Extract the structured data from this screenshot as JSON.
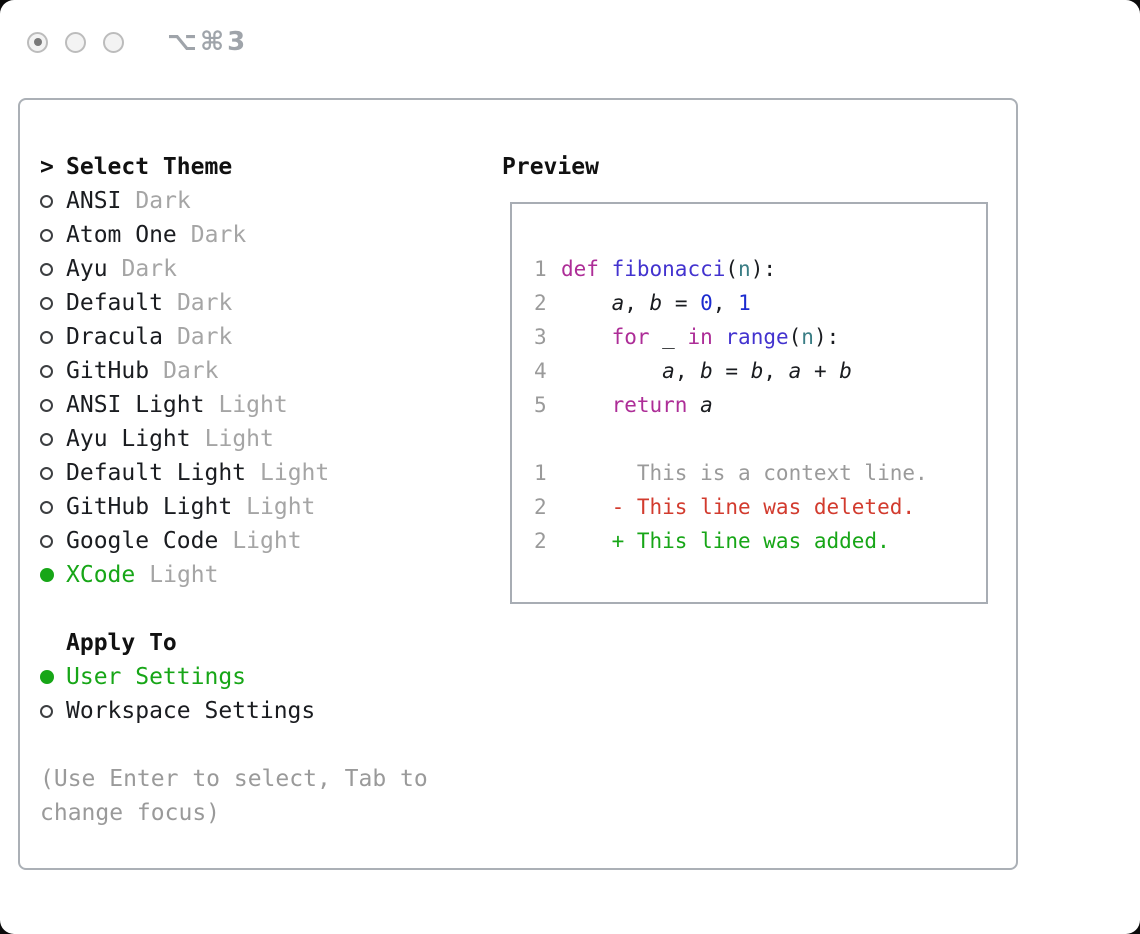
{
  "window": {
    "shortcut": "⌥⌘3"
  },
  "theme_list": {
    "prompt": ">",
    "title": "Select Theme",
    "items": [
      {
        "name": "ANSI",
        "variant": "Dark",
        "selected": false
      },
      {
        "name": "Atom One",
        "variant": "Dark",
        "selected": false
      },
      {
        "name": "Ayu",
        "variant": "Dark",
        "selected": false
      },
      {
        "name": "Default",
        "variant": "Dark",
        "selected": false
      },
      {
        "name": "Dracula",
        "variant": "Dark",
        "selected": false
      },
      {
        "name": "GitHub",
        "variant": "Dark",
        "selected": false
      },
      {
        "name": "ANSI Light",
        "variant": "Light",
        "selected": false
      },
      {
        "name": "Ayu Light",
        "variant": "Light",
        "selected": false
      },
      {
        "name": "Default Light",
        "variant": "Light",
        "selected": false
      },
      {
        "name": "GitHub Light",
        "variant": "Light",
        "selected": false
      },
      {
        "name": "Google Code",
        "variant": "Light",
        "selected": false
      },
      {
        "name": "XCode",
        "variant": "Light",
        "selected": true
      }
    ]
  },
  "apply_to": {
    "title": "Apply To",
    "options": [
      {
        "label": "User Settings",
        "selected": true
      },
      {
        "label": "Workspace Settings",
        "selected": false
      }
    ]
  },
  "hint": "(Use Enter to select, Tab to change focus)",
  "preview": {
    "title": "Preview",
    "code_lines": [
      {
        "num": "1",
        "tokens": [
          {
            "text": "def",
            "style": "keyword"
          },
          {
            "text": " "
          },
          {
            "text": "fibonacci",
            "style": "func"
          },
          {
            "text": "("
          },
          {
            "text": "n",
            "style": "param"
          },
          {
            "text": "):"
          }
        ]
      },
      {
        "num": "2",
        "tokens": [
          {
            "text": "    "
          },
          {
            "text": "a",
            "style": "var"
          },
          {
            "text": ", "
          },
          {
            "text": "b",
            "style": "var"
          },
          {
            "text": " = "
          },
          {
            "text": "0",
            "style": "number"
          },
          {
            "text": ", "
          },
          {
            "text": "1",
            "style": "number"
          }
        ]
      },
      {
        "num": "3",
        "tokens": [
          {
            "text": "    "
          },
          {
            "text": "for",
            "style": "keyword"
          },
          {
            "text": " _ "
          },
          {
            "text": "in",
            "style": "keyword"
          },
          {
            "text": " "
          },
          {
            "text": "range",
            "style": "func"
          },
          {
            "text": "("
          },
          {
            "text": "n",
            "style": "param"
          },
          {
            "text": "):"
          }
        ]
      },
      {
        "num": "4",
        "tokens": [
          {
            "text": "        "
          },
          {
            "text": "a",
            "style": "var"
          },
          {
            "text": ", "
          },
          {
            "text": "b",
            "style": "var"
          },
          {
            "text": " = "
          },
          {
            "text": "b",
            "style": "var"
          },
          {
            "text": ", "
          },
          {
            "text": "a",
            "style": "var"
          },
          {
            "text": " + "
          },
          {
            "text": "b",
            "style": "var"
          }
        ]
      },
      {
        "num": "5",
        "tokens": [
          {
            "text": "    "
          },
          {
            "text": "return",
            "style": "keyword"
          },
          {
            "text": " "
          },
          {
            "text": "a",
            "style": "var"
          }
        ]
      }
    ],
    "diff_lines": [
      {
        "num": "1",
        "marker": " ",
        "text": "This is a context line.",
        "type": "context"
      },
      {
        "num": "2",
        "marker": "-",
        "text": "This line was deleted.",
        "type": "deleted"
      },
      {
        "num": "2",
        "marker": "+",
        "text": "This line was added.",
        "type": "added"
      }
    ]
  },
  "colors": {
    "accent_green": "#17a617",
    "deleted_red": "#d23b2e",
    "keyword_magenta": "#ad2d97",
    "function_violet": "#4333cf",
    "number_blue": "#1c2bcf",
    "param_teal": "#3a7d84",
    "muted_gray": "#9a9a9a"
  }
}
